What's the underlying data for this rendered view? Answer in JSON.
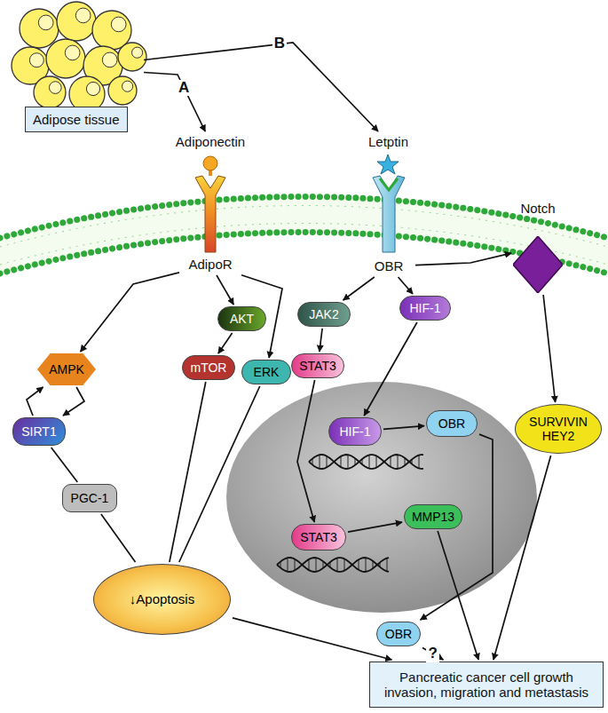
{
  "diagram": {
    "nodes": [
      {
        "text": [
          "Adipose tissue"
        ]
      },
      {
        "text": [
          "Adiponectin"
        ]
      },
      {
        "text": [
          "Letptin"
        ]
      },
      {
        "text": [
          "AdipoR"
        ]
      },
      {
        "text": [
          "OBR"
        ]
      },
      {
        "text": [
          "Notch"
        ]
      },
      {
        "text": [
          "AMPK"
        ]
      },
      {
        "text": [
          "AKT"
        ]
      },
      {
        "text": [
          "ERK"
        ]
      },
      {
        "text": [
          "mTOR"
        ]
      },
      {
        "text": [
          "JAK2"
        ]
      },
      {
        "text": [
          "HIF-1"
        ]
      },
      {
        "text": [
          "STAT3"
        ]
      },
      {
        "text": [
          "SIRT1"
        ]
      },
      {
        "text": [
          "HIF-1"
        ]
      },
      {
        "text": [
          "OBR"
        ]
      },
      {
        "text": [
          "SURVIVIN HEY2"
        ]
      },
      {
        "text": [
          "PGC-1"
        ]
      },
      {
        "text": [
          "STAT3"
        ]
      },
      {
        "text": [
          "MMP13"
        ]
      },
      {
        "text": [
          "↓Apoptosis"
        ]
      },
      {
        "text": [
          "OBR"
        ]
      },
      {
        "text": [
          "Pancreatic cancer cell growth invasion, migration and metastasis"
        ]
      }
    ],
    "edges": [
      {
        "from": 0,
        "to": 1,
        "arrow": "to",
        "label": "A"
      },
      {
        "from": 0,
        "to": 2,
        "arrow": "to",
        "label": "B"
      },
      {
        "from": 3,
        "to": 6,
        "arrow": "to"
      },
      {
        "from": 3,
        "to": 7,
        "arrow": "to"
      },
      {
        "from": 3,
        "to": 8,
        "arrow": "to"
      },
      {
        "from": 7,
        "to": 9,
        "arrow": "to"
      },
      {
        "from": 6,
        "to": 13,
        "arrow": "to"
      },
      {
        "from": 13,
        "to": 6,
        "arrow": "to"
      },
      {
        "from": 13,
        "to": 17,
        "arrow": "none"
      },
      {
        "from": 17,
        "to": 20,
        "arrow": "none"
      },
      {
        "from": 9,
        "to": 20,
        "arrow": "none"
      },
      {
        "from": 8,
        "to": 20,
        "arrow": "none"
      },
      {
        "from": 4,
        "to": 10,
        "arrow": "to"
      },
      {
        "from": 4,
        "to": 11,
        "arrow": "to"
      },
      {
        "from": 4,
        "to": 5,
        "arrow": "to"
      },
      {
        "from": 10,
        "to": 12,
        "arrow": "to"
      },
      {
        "from": 11,
        "to": 14,
        "arrow": "to"
      },
      {
        "from": 14,
        "to": 15,
        "arrow": "to"
      },
      {
        "from": 12,
        "to": 18,
        "arrow": "to"
      },
      {
        "from": 18,
        "to": 19,
        "arrow": "to"
      },
      {
        "from": 15,
        "to": 21,
        "arrow": "to"
      },
      {
        "from": 5,
        "to": 16,
        "arrow": "to"
      },
      {
        "from": 21,
        "to": 22,
        "arrow": "to",
        "label": "?"
      },
      {
        "from": 19,
        "to": 22,
        "arrow": "to"
      },
      {
        "from": 16,
        "to": 22,
        "arrow": "to"
      },
      {
        "from": 20,
        "to": 22,
        "arrow": "to"
      }
    ]
  }
}
